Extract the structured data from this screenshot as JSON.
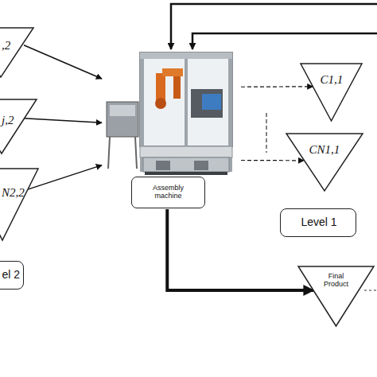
{
  "diagram": {
    "nodes": [
      {
        "text": [
          ",2"
        ]
      },
      {
        "text": [
          "j,2"
        ]
      },
      {
        "text": [
          "N2,2"
        ]
      },
      {
        "text": [
          "Assembly machine"
        ]
      },
      {
        "text": [
          "C1,1"
        ]
      },
      {
        "text": [
          "CN1,1"
        ]
      },
      {
        "text": [
          "Level 1"
        ]
      },
      {
        "text": [
          "el 2"
        ]
      },
      {
        "text": [
          "Final Product"
        ]
      }
    ],
    "edges": [
      {
        "from": 0,
        "to": 3,
        "arrow": "to"
      },
      {
        "from": 1,
        "to": 3,
        "arrow": "to"
      },
      {
        "from": 2,
        "to": 3,
        "arrow": "to"
      },
      {
        "from": 3,
        "to": 4,
        "arrow": "to"
      },
      {
        "from": 3,
        "to": 5,
        "arrow": "to"
      },
      {
        "from": 3,
        "to": 8,
        "arrow": "to"
      }
    ]
  }
}
